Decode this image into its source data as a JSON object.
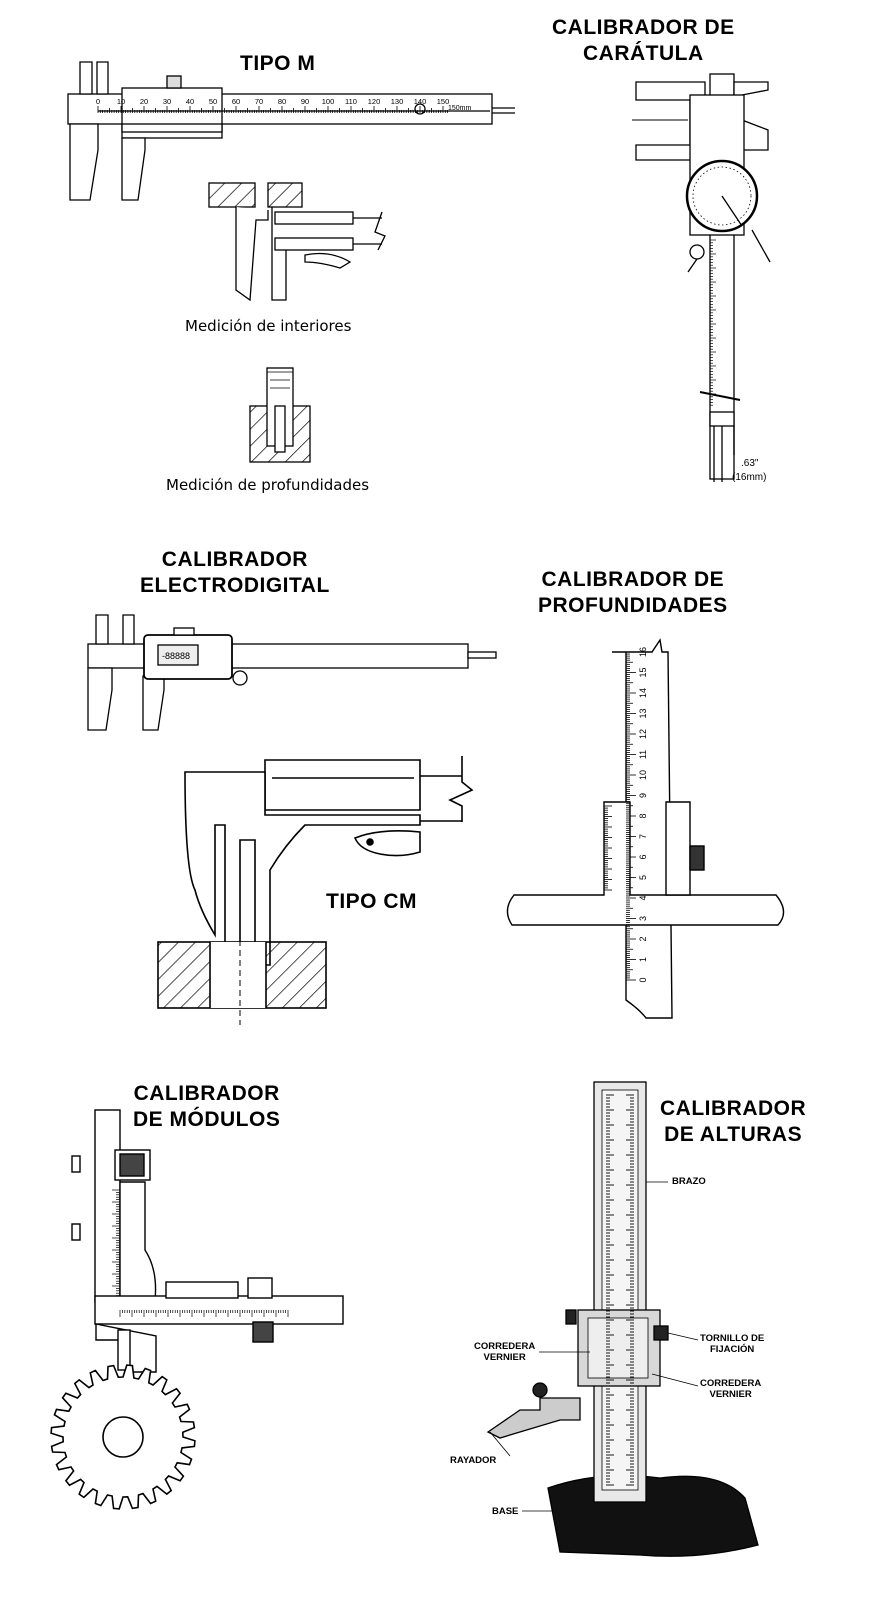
{
  "titles": {
    "tipo_m": "TIPO M",
    "caratula_1": "CALIBRADOR DE",
    "caratula_2": "CARÁTULA",
    "electrodigital_1": "CALIBRADOR",
    "electrodigital_2": "ELECTRODIGITAL",
    "profundidades_1": "CALIBRADOR DE",
    "profundidades_2": "PROFUNDIDADES",
    "tipo_cm": "TIPO CM",
    "modulos_1": "CALIBRADOR",
    "modulos_2": "DE MÓDULOS",
    "alturas_1": "CALIBRADOR",
    "alturas_2": "DE ALTURAS"
  },
  "captions": {
    "interiores": "Medición de interiores",
    "profundidades": "Medición de profundidades"
  },
  "tipo_m_scale": {
    "numbers": [
      "0",
      "10",
      "20",
      "30",
      "40",
      "50",
      "60",
      "70",
      "80",
      "90",
      "100",
      "110",
      "120",
      "130",
      "140",
      "150"
    ],
    "end_label": "150mm"
  },
  "caratula_dims": {
    "inch": ".63\"",
    "mm": "(16mm)"
  },
  "depth_scale": {
    "numbers": [
      "0",
      "1",
      "2",
      "3",
      "4",
      "5",
      "6",
      "7",
      "8",
      "9",
      "10",
      "11",
      "12",
      "13",
      "14",
      "15",
      "16"
    ]
  },
  "digital_display": "-88888",
  "alturas_labels": {
    "brazo": "BRAZO",
    "corredera_vernier_left_1": "CORREDERA",
    "corredera_vernier_left_2": "VERNIER",
    "tornillo_1": "TORNILLO DE",
    "tornillo_2": "FIJACIÓN",
    "corredera_vernier_right_1": "CORREDERA",
    "corredera_vernier_right_2": "VERNIER",
    "rayador": "RAYADOR",
    "base": "BASE"
  }
}
